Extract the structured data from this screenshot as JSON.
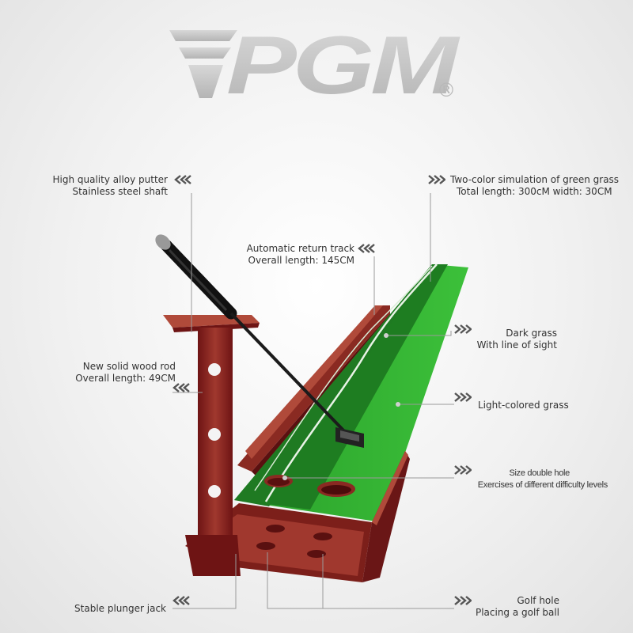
{
  "brand": {
    "logo_text": "PGM",
    "registered_mark": "®"
  },
  "colors": {
    "grass_dark": "#1f7a22",
    "grass_light": "#33b52f",
    "wood_dark": "#6e1414",
    "wood_mid": "#8e2a24",
    "wood_light": "#b04a3a",
    "callout_line": "#9a9a9a",
    "chevron": "#555555"
  },
  "callouts": {
    "putter": {
      "line1": "High quality alloy putter",
      "line2": "Stainless steel shaft"
    },
    "grass": {
      "line1": "Two-color simulation of green grass",
      "line2": "Total length: 300cM width: 30CM"
    },
    "return_track": {
      "line1": "Automatic return track",
      "line2": "Overall length: 145CM"
    },
    "dark_grass": {
      "line1": "Dark grass",
      "line2": "With line of sight"
    },
    "wood_rod": {
      "line1": "New solid wood rod",
      "line2": "Overall length: 49CM"
    },
    "light_grass": {
      "line1": "Light-colored grass"
    },
    "double_hole": {
      "line1": "Size double hole",
      "line2": "Exercises of different difficulty levels"
    },
    "plunger": {
      "line1": "Stable plunger jack"
    },
    "golf_hole": {
      "line1": "Golf hole",
      "line2": "Placing a golf ball"
    }
  },
  "icons": [
    "chevron-left-icon",
    "chevron-right-icon"
  ]
}
